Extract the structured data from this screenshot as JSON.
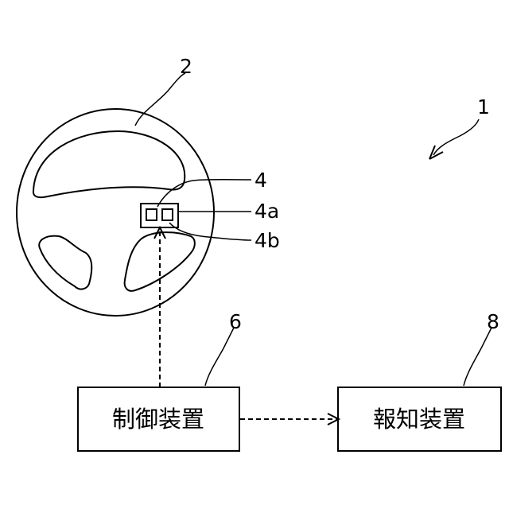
{
  "refs": {
    "system": "1",
    "steering_wheel": "2",
    "switch": "4",
    "switch_a": "4a",
    "switch_b": "4b",
    "control_device_ref": "6",
    "notification_device_ref": "8"
  },
  "boxes": {
    "control_device": "制御装置",
    "notification_device": "報知装置"
  }
}
